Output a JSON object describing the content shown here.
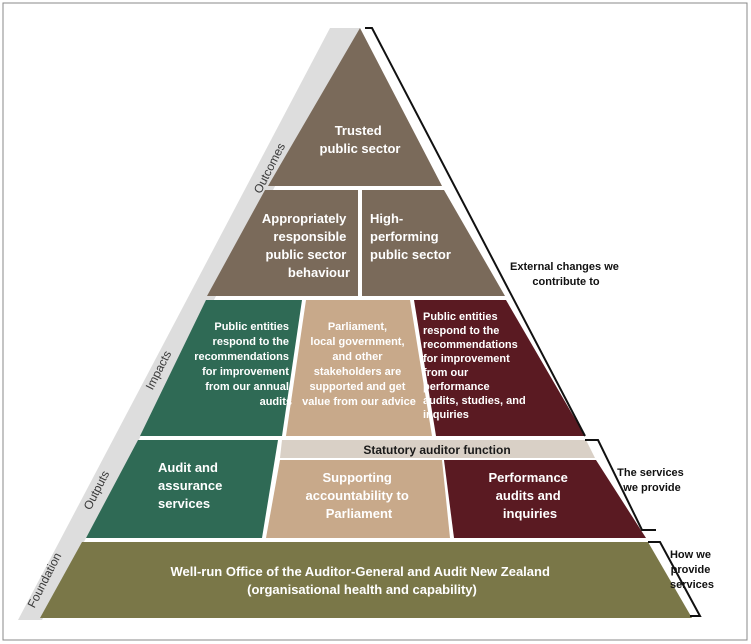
{
  "colors": {
    "brown": "#7a6a5a",
    "brown_light": "#9b8b7a",
    "green": "#2f6a55",
    "tan": "#c8a98a",
    "maroon": "#5a1a22",
    "olive": "#7a7748",
    "band_grey": "#d9d0c6",
    "side_grey": "#dcdcdc"
  },
  "pyramid": {
    "outcomes_top": "Trusted public sector",
    "outcomes_left": "Appropriately responsible public sector behaviour",
    "outcomes_right": "High-performing public sector",
    "impacts_left": "Public entities respond to the recommendations for improvement from our annual audits",
    "impacts_middle": "Parliament, local government, and other stakeholders are supported and get value from our advice",
    "impacts_right": "Public entities respond to the recommendations for improvement from our performance audits, studies, and inquiries",
    "statutory_band": "Statutory auditor function",
    "outputs_left": "Audit and assurance services",
    "outputs_middle": "Supporting accountability to Parliament",
    "outputs_right": "Performance audits and inquiries",
    "foundation": "Well-run Office of the Auditor-General and Audit New Zealand (organisational health and capability)"
  },
  "side_labels": {
    "outcomes": "Outcomes",
    "impacts": "Impacts",
    "outputs": "Outputs",
    "foundation": "Foundation"
  },
  "notes": {
    "external": "External changes we contribute to",
    "services": "The services we provide",
    "how": "How we provide services"
  }
}
